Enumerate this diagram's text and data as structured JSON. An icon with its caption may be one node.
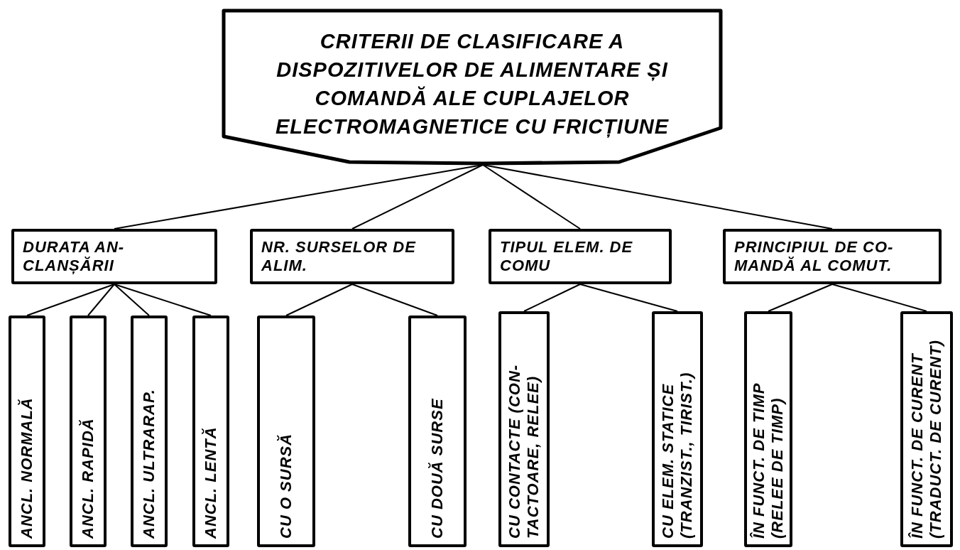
{
  "diagram": {
    "nodes": [
      {
        "text": [
          "CRITERII DE CLASIFICARE A DISPOZITIVELOR DE ALIMENTARE ȘI COMANDĂ ALE CUPLAJELOR ELECTROMAGNETICE CU FRICȚIUNE"
        ]
      },
      {
        "text": [
          "DURATA AN- CLANȘĂRII"
        ]
      },
      {
        "text": [
          "NR. SURSELOR DE ALIM."
        ]
      },
      {
        "text": [
          "TIPUL ELEM. DE COMU"
        ]
      },
      {
        "text": [
          "PRINCIPIUL DE CO- MANDĂ AL COMUT."
        ]
      },
      {
        "text": [
          "ANCL. NORMALĂ"
        ]
      },
      {
        "text": [
          "ANCL. RAPIDĂ"
        ]
      },
      {
        "text": [
          "ANCL. ULTRARAP."
        ]
      },
      {
        "text": [
          "ANCL. LENTĂ"
        ]
      },
      {
        "text": [
          "CU O SURSĂ"
        ]
      },
      {
        "text": [
          "CU DOUĂ SURSE"
        ]
      },
      {
        "text": [
          "CU CONTACTE (CON- TACTOARE, RELEE)"
        ]
      },
      {
        "text": [
          "CU ELEM. STATICE (TRANZIST., TIRIST.)"
        ]
      },
      {
        "text": [
          "ÎN FUNCT. DE TIMP (RELEE DE TIMP)"
        ]
      },
      {
        "text": [
          "ÎN FUNCT. DE CURENT (TRADUCT. DE CURENT)"
        ]
      }
    ],
    "edges": [
      {
        "from": 0,
        "to": 1,
        "arrow": "none"
      },
      {
        "from": 0,
        "to": 2,
        "arrow": "none"
      },
      {
        "from": 0,
        "to": 3,
        "arrow": "none"
      },
      {
        "from": 0,
        "to": 4,
        "arrow": "none"
      },
      {
        "from": 1,
        "to": 5,
        "arrow": "none"
      },
      {
        "from": 1,
        "to": 6,
        "arrow": "none"
      },
      {
        "from": 1,
        "to": 7,
        "arrow": "none"
      },
      {
        "from": 1,
        "to": 8,
        "arrow": "none"
      },
      {
        "from": 2,
        "to": 9,
        "arrow": "none"
      },
      {
        "from": 2,
        "to": 10,
        "arrow": "none"
      },
      {
        "from": 3,
        "to": 11,
        "arrow": "none"
      },
      {
        "from": 3,
        "to": 12,
        "arrow": "none"
      },
      {
        "from": 4,
        "to": 13,
        "arrow": "none"
      },
      {
        "from": 4,
        "to": 14,
        "arrow": "none"
      }
    ]
  }
}
